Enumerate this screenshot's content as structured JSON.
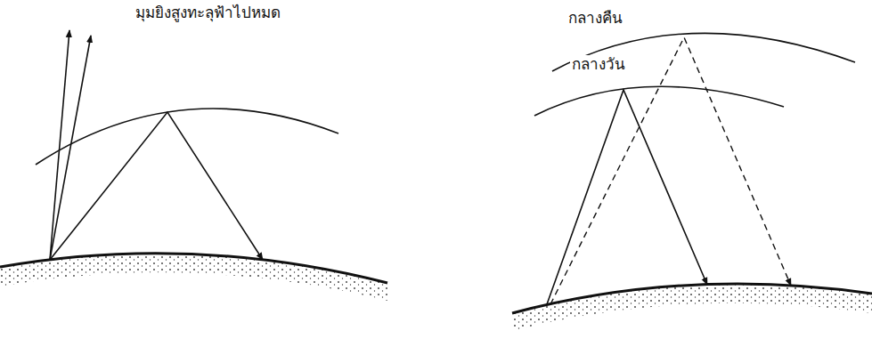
{
  "diagram": {
    "labels": [
      "มุมยิงสูงทะลุฟ้าไปหมด",
      "กลางคืน",
      "กลางวัน"
    ]
  }
}
